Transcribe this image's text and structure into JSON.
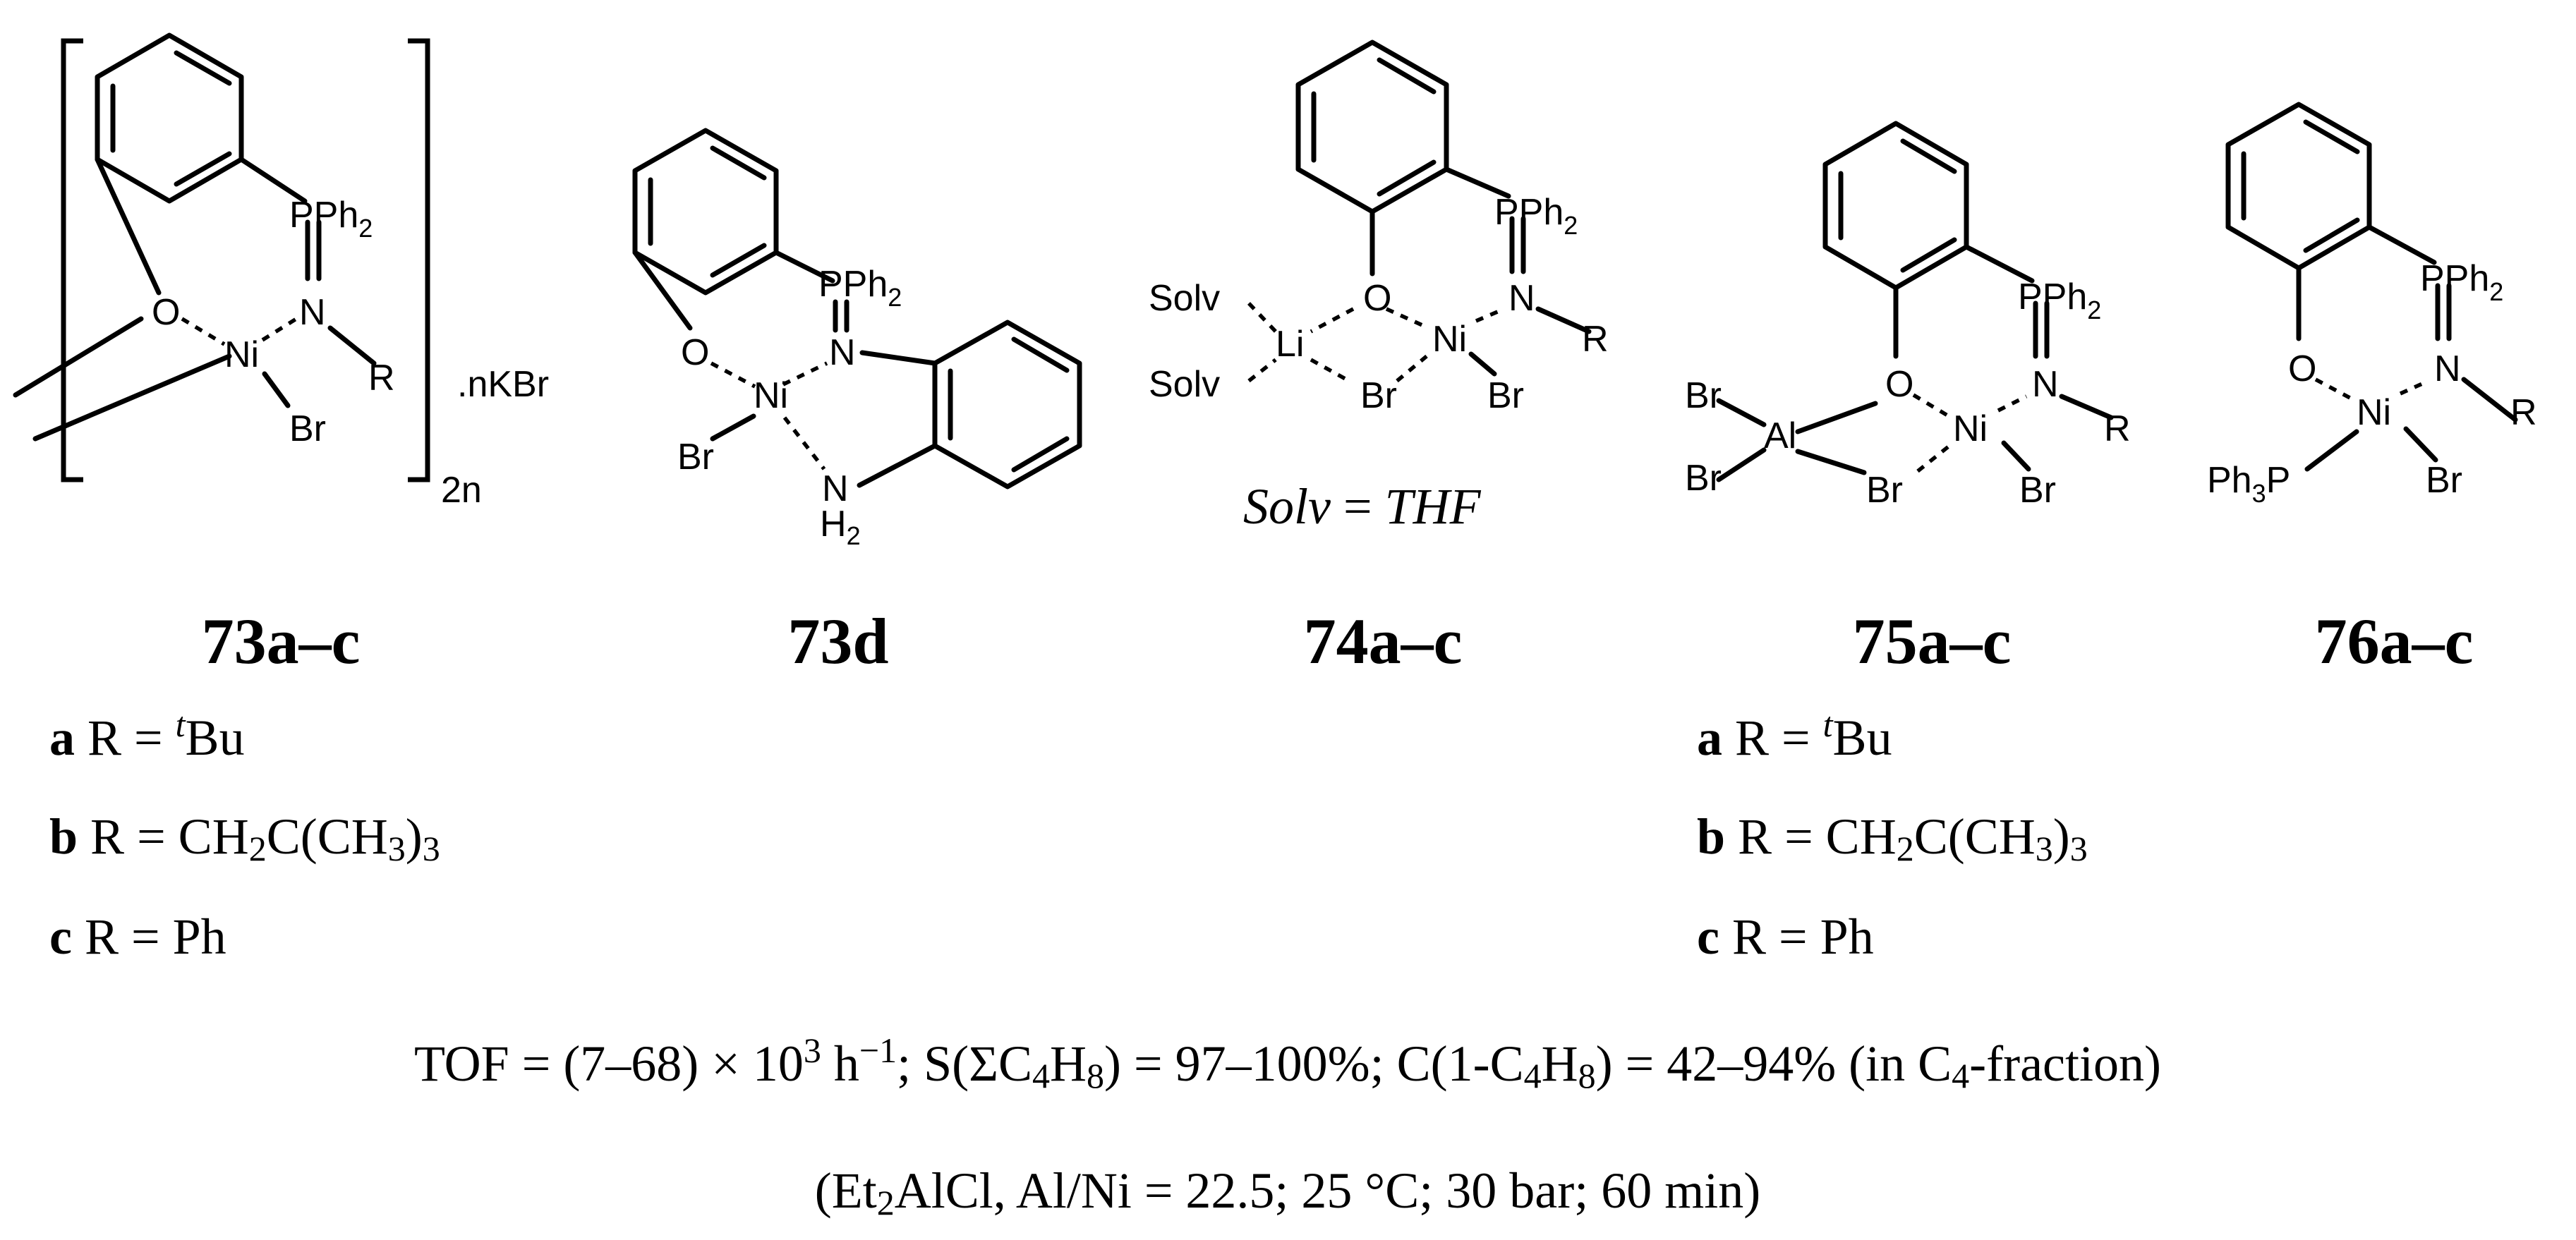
{
  "atoms": {
    "PPh": "PPh",
    "two": "2",
    "O": "O",
    "N": "N",
    "Ni": "Ni",
    "Br": "Br",
    "R": "R",
    "Li": "Li",
    "Al": "Al",
    "Solv": "Solv",
    "NH": "N",
    "H": "H",
    "P": "P",
    "Ph": "Ph",
    "three": "3"
  },
  "polymer": {
    "subscript": "2n",
    "suffix": ".nKBr"
  },
  "solv_note": {
    "var": "Solv",
    "eq": " = ",
    "val": "THF"
  },
  "compounds": [
    "73a–c",
    "73d",
    "74a–c",
    "75a–c",
    "76a–c"
  ],
  "substituents": [
    {
      "letter": "a",
      "pre": "R = ",
      "sup": "t",
      "post": "Bu"
    },
    {
      "letter": "b",
      "pre": "R = CH",
      "s1": "2",
      "mid": "C(CH",
      "s2": "3",
      "close": ")",
      "s3": "3"
    },
    {
      "letter": "c",
      "pre": "R = Ph"
    }
  ],
  "conditions_line1": {
    "t1": "TOF = (7–68) × 10",
    "sup1": "3",
    "t2": " h",
    "sup2": "−1",
    "t3": "; S(ΣC",
    "s1": "4",
    "t4": "H",
    "s2": "8",
    "t5": ") = 97–100%; C(1-C",
    "s3": "4",
    "t6": "H",
    "s4": "8",
    "t7": ") = 42–94% (in C",
    "s5": "4",
    "t8": "-fraction)"
  },
  "conditions_line2": {
    "t1": "(Et",
    "s1": "2",
    "t2": "AlCl, Al/Ni = 22.5; 25 °C; 30 bar; 60 min)"
  }
}
